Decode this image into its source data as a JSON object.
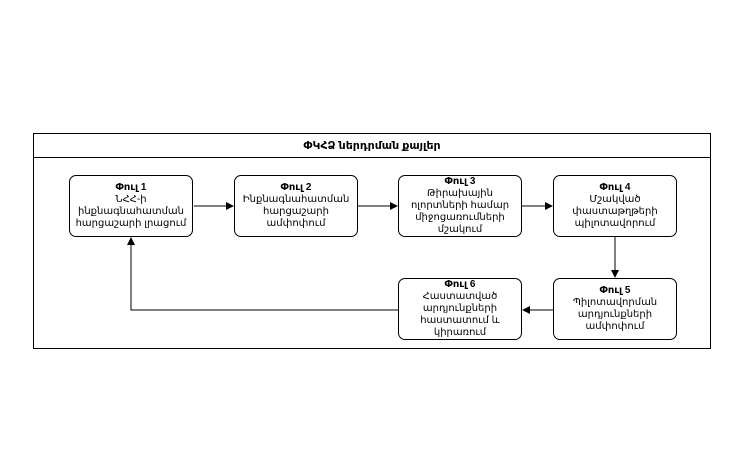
{
  "diagram": {
    "title": "ՓԿՀՁ ներդրման քայլեր",
    "steps": [
      {
        "title": "Փուլ 1",
        "body": "ՆՀՀ-ի\nինքնագնահատման\nհարցաշարի լրացում"
      },
      {
        "title": "Փուլ 2",
        "body": "Ինքնագնահատման\nհարցաշարի\nամփոփում"
      },
      {
        "title": "Փուլ 3",
        "body": "Թիրախային\nոլորտների համար\nմիջոցառումների\nմշակում"
      },
      {
        "title": "Փուլ 4",
        "body": "Մշակված\nփաստաթղթերի\nպիլոտավորում"
      },
      {
        "title": "Փուլ 5",
        "body": "Պիլոտավորման\nարդյունքների\nամփոփում"
      },
      {
        "title": "Փուլ 6",
        "body": "Հաստատված\nարդյունքների\nհաստատում և\nկիրառում"
      }
    ]
  }
}
